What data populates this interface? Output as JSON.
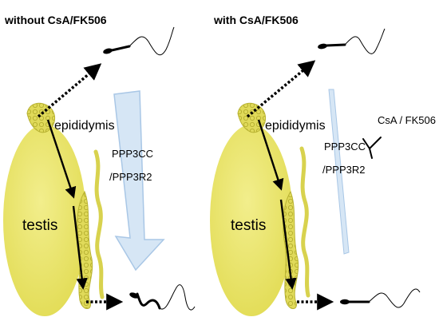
{
  "left": {
    "title": "without CsA/FK506",
    "epididymis": "epididymis",
    "testis": "testis",
    "gene_line1": "PPP3CC",
    "gene_line2": "/PPP3R2"
  },
  "right": {
    "title": "with CsA/FK506",
    "epididymis": "epididymis",
    "testis": "testis",
    "gene_line1": "PPP3CC",
    "gene_line2": "/PPP3R2",
    "inhibitor": "CsA / FK506"
  },
  "colors": {
    "organ": "#e8e46a",
    "organ_dark": "#c9c33a",
    "activity_arrow": "#d6e6f5",
    "activity_arrow_edge": "#a9c7e6"
  }
}
